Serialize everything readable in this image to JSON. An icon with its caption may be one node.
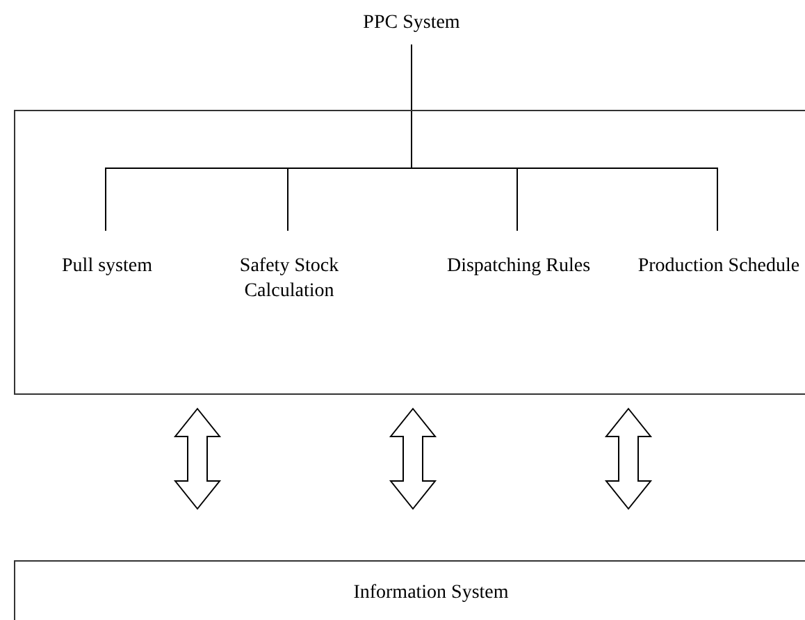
{
  "diagram": {
    "nodes": [
      {
        "text": [
          "PPC System"
        ]
      },
      {
        "text": [],
        "shape": "box"
      },
      {
        "text": [
          "Pull system"
        ],
        "in": 1
      },
      {
        "text": [
          "Safety Stock Calculation"
        ],
        "in": 1
      },
      {
        "text": [
          "Dispatching Rules"
        ],
        "in": 1
      },
      {
        "text": [
          "Production Schedule"
        ],
        "in": 1
      },
      {
        "text": [
          "Information System"
        ]
      }
    ],
    "edges": [
      {
        "from": 0,
        "to": 2,
        "arrow": "none"
      },
      {
        "from": 0,
        "to": 3,
        "arrow": "none"
      },
      {
        "from": 0,
        "to": 4,
        "arrow": "none"
      },
      {
        "from": 0,
        "to": 5,
        "arrow": "none"
      },
      {
        "from": 1,
        "to": 6,
        "arrow": "both"
      },
      {
        "from": 1,
        "to": 6,
        "arrow": "both"
      },
      {
        "from": 1,
        "to": 6,
        "arrow": "both"
      }
    ]
  }
}
